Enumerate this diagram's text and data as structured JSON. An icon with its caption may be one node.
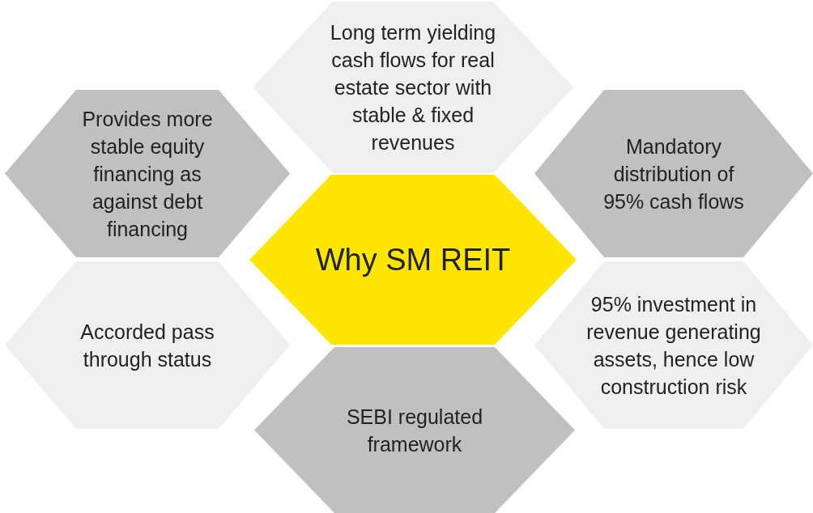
{
  "diagram": {
    "nodes": [
      {
        "text": [
          "Long term yielding cash flows for real estate sector with stable & fixed revenues"
        ]
      },
      {
        "text": [
          "Provides more stable equity financing as against debt financing"
        ]
      },
      {
        "text": [
          "Mandatory distribution of 95% cash flows"
        ]
      },
      {
        "text": [
          "Why SM REIT"
        ]
      },
      {
        "text": [
          "Accorded pass through status"
        ]
      },
      {
        "text": [
          "95% investment in revenue generating assets, hence low construction risk"
        ]
      },
      {
        "text": [
          "SEBI regulated framework"
        ]
      }
    ]
  }
}
